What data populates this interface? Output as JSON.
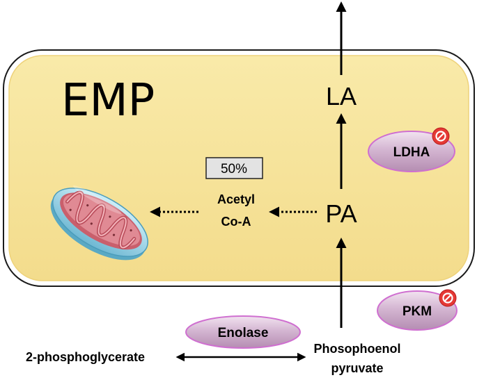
{
  "title": "EMP",
  "percentage_label": "50%",
  "nodes": {
    "la": "LA",
    "pa": "PA",
    "acetyl_line1": "Acetyl",
    "acetyl_line2": "Co-A",
    "pep_line1": "Phosophoenol",
    "pep_line2": "pyruvate",
    "two_pg": "2-phosphoglycerate"
  },
  "enzymes": {
    "ldha": "LDHA",
    "pkm": "PKM",
    "enolase": "Enolase"
  },
  "inhibited_enzymes": [
    "LDHA",
    "PKM"
  ],
  "icons": [
    "mitochondrion-icon",
    "inhibition-icon"
  ],
  "colors": {
    "cell_fill": "#f7e6a0",
    "cell_border": "#1a1a1a",
    "enzyme_fill": "#c9a3c6",
    "enzyme_border": "#cf6fd0",
    "inhibit_red": "#e53935",
    "mito_outer": "#8fd0e6",
    "mito_inner": "#d9737f"
  }
}
